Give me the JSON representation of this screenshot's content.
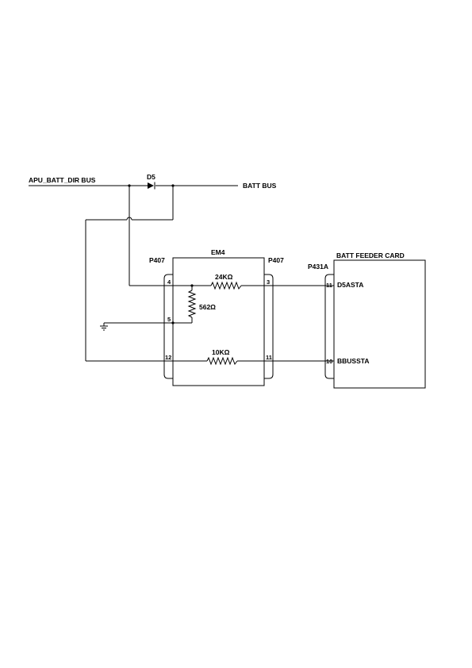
{
  "buses": {
    "input": "APU_BATT_DIR BUS",
    "output": "BATT BUS"
  },
  "diode": {
    "ref": "D5"
  },
  "module": {
    "ref": "EM4",
    "left_connector": "P407",
    "right_connector": "P407"
  },
  "card": {
    "name": "BATT FEEDER CARD",
    "connector": "P431A"
  },
  "resistors": {
    "r_top": "24KΩ",
    "r_shunt": "562Ω",
    "r_bottom": "10KΩ"
  },
  "pins": {
    "p4": "4",
    "p5": "5",
    "p12": "12",
    "p3": "3",
    "p11": "11",
    "card_11": "11",
    "card_10": "10"
  },
  "signals": {
    "upper": "D5ASTA",
    "lower": "BBUSSTA"
  }
}
